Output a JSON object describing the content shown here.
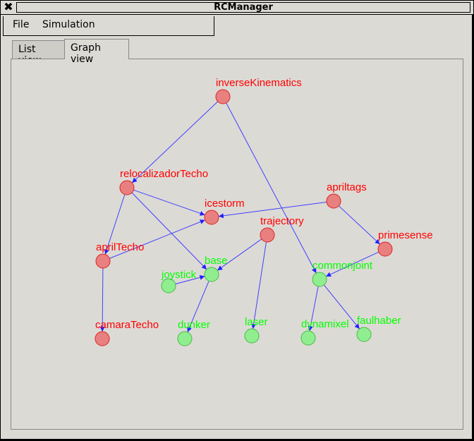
{
  "window": {
    "title": "RCManager",
    "close_glyph": "✖"
  },
  "menu": {
    "items": [
      "File",
      "Simulation"
    ]
  },
  "tabs": [
    {
      "label": "List view",
      "active": false
    },
    {
      "label": "Graph view",
      "active": true
    }
  ],
  "colors": {
    "inactive_node": "#e88080",
    "inactive_label": "#ff0000",
    "active_node": "#90ee90",
    "active_label": "#00ff00",
    "edge": "#4040ff",
    "background": "#dcdad5"
  },
  "graph": {
    "nodes": [
      {
        "id": "inverseKinematics",
        "label": "inverseKinematics",
        "status": "inactive"
      },
      {
        "id": "relocalizadorTecho",
        "label": "relocalizadorTecho",
        "status": "inactive"
      },
      {
        "id": "icestorm",
        "label": "icestorm",
        "status": "inactive"
      },
      {
        "id": "apriltags",
        "label": "apriltags",
        "status": "inactive"
      },
      {
        "id": "trajectory",
        "label": "trajectory",
        "status": "inactive"
      },
      {
        "id": "primesense",
        "label": "primesense",
        "status": "inactive"
      },
      {
        "id": "aprilTecho",
        "label": "aprilTecho",
        "status": "inactive"
      },
      {
        "id": "base",
        "label": "base",
        "status": "active"
      },
      {
        "id": "joystick",
        "label": "joystick",
        "status": "active"
      },
      {
        "id": "commonjoint",
        "label": "commonjoint",
        "status": "active"
      },
      {
        "id": "camaraTecho",
        "label": "camaraTecho",
        "status": "inactive"
      },
      {
        "id": "dunker",
        "label": "dunker",
        "status": "active"
      },
      {
        "id": "laser",
        "label": "laser",
        "status": "active"
      },
      {
        "id": "dynamixel",
        "label": "dynamixel",
        "status": "active"
      },
      {
        "id": "faulhaber",
        "label": "faulhaber",
        "status": "active"
      }
    ],
    "edges": [
      [
        "inverseKinematics",
        "relocalizadorTecho"
      ],
      [
        "inverseKinematics",
        "commonjoint"
      ],
      [
        "relocalizadorTecho",
        "icestorm"
      ],
      [
        "relocalizadorTecho",
        "base"
      ],
      [
        "relocalizadorTecho",
        "aprilTecho"
      ],
      [
        "apriltags",
        "icestorm"
      ],
      [
        "apriltags",
        "primesense"
      ],
      [
        "aprilTecho",
        "icestorm"
      ],
      [
        "aprilTecho",
        "camaraTecho"
      ],
      [
        "trajectory",
        "base"
      ],
      [
        "trajectory",
        "laser"
      ],
      [
        "joystick",
        "base"
      ],
      [
        "base",
        "dunker"
      ],
      [
        "primesense",
        "commonjoint"
      ],
      [
        "commonjoint",
        "dynamixel"
      ],
      [
        "commonjoint",
        "faulhaber"
      ]
    ]
  }
}
